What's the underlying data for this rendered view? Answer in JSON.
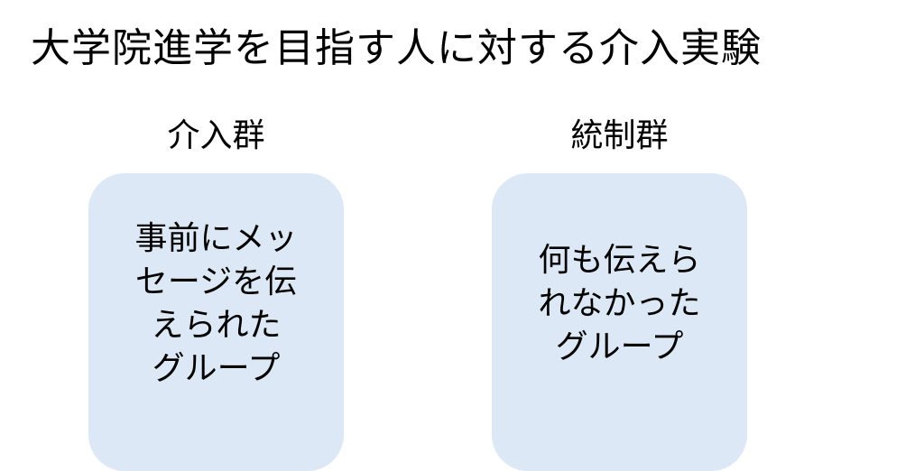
{
  "title": "大学院進学を目指す人に対する介入実験",
  "groups": [
    {
      "label": "介入群",
      "lines": [
        "事前にメッ",
        "セージを伝",
        "えられた",
        "グループ"
      ]
    },
    {
      "label": "統制群",
      "lines": [
        "何も伝えら",
        "れなかった",
        "グループ"
      ]
    }
  ],
  "colors": {
    "box_fill": "#dce8f5",
    "text": "#000000"
  }
}
